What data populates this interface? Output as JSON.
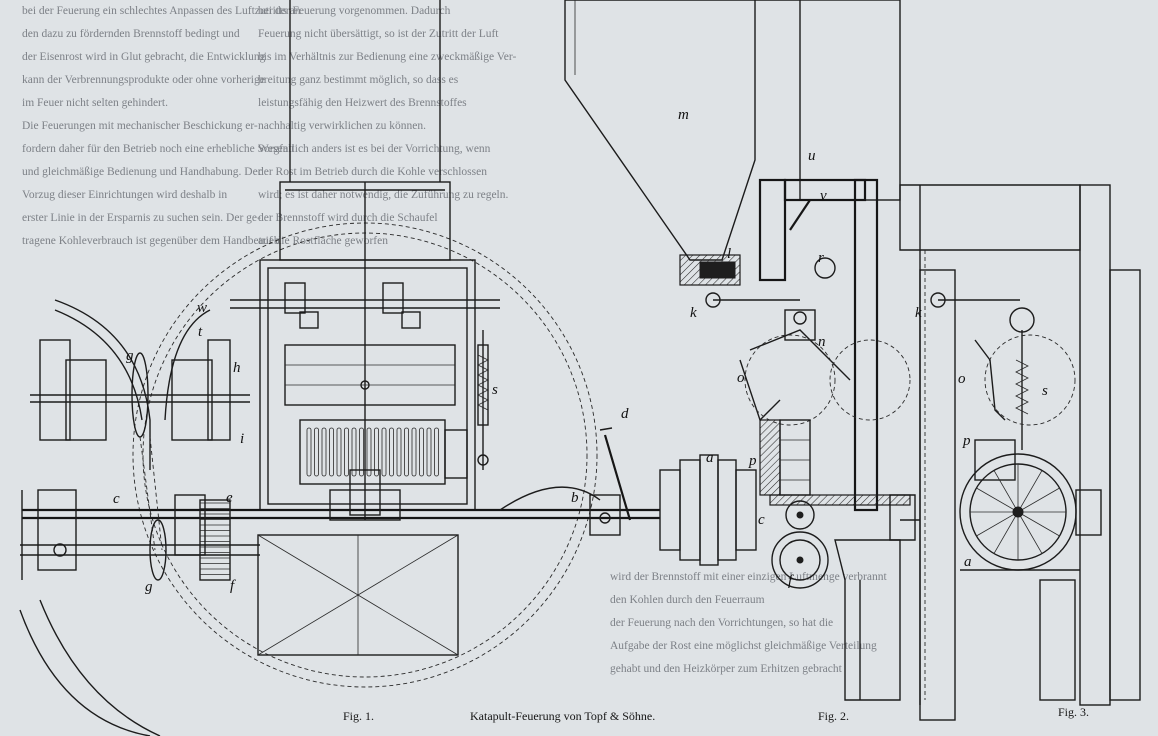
{
  "captions": {
    "fig1": "Fig. 1.",
    "title": "Katapult-Feuerung von Topf & Söhne.",
    "fig2": "Fig. 2.",
    "fig3": "Fig. 3."
  },
  "labels": {
    "fig1": [
      "g",
      "t",
      "w",
      "h",
      "i",
      "s",
      "c",
      "e",
      "g",
      "f",
      "b"
    ],
    "fig2": [
      "m",
      "u",
      "v",
      "l",
      "r",
      "k",
      "n",
      "o",
      "d",
      "a",
      "p",
      "c",
      "f"
    ],
    "fig3": [
      "k",
      "o",
      "s",
      "p",
      "a"
    ]
  },
  "background_text": {
    "col1": [
      "bei der Feuerung ein schlechtes Anpassen des Luftzutritts an",
      "den dazu zu fördernden Brennstoff bedingt und",
      "der Eisenrost wird in Glut gebracht, die Entwicklung",
      "kann der Verbrennungsprodukte oder ohne vorherige",
      "im Feuer nicht selten gehindert.",
      "Die Feuerungen mit mechanischer Beschickung er-",
      "fordern daher für den Betrieb noch eine erhebliche Sorgfalt",
      "und gleichmäßige Bedienung und Handhabung. Der",
      "Vorzug dieser Einrichtungen wird deshalb in",
      "erster Linie in der Ersparnis zu suchen sein. Der ge-",
      "tragene Kohleverbrauch ist gegenüber dem Handbetrieb"
    ],
    "col2": [
      "bei der Feuerung vorgenommen. Dadurch",
      "Feuerung nicht übersättigt, so ist der Zutritt der Luft",
      "bis im Verhältnis zur Bedienung eine zweckmäßige Ver-",
      "breitung ganz bestimmt möglich, so dass es",
      "leistungsfähig den Heizwert des Brennstoffes",
      "nachhaltig verwirklichen zu können.",
      "Wesentlich anders ist es bei der Vorrichtung, wenn",
      "der Rost im Betrieb durch die Kohle verschlossen",
      "wird; es ist daher notwendig, die Zuführung zu regeln.",
      "der Brennstoff wird durch die Schaufel",
      "auf die Rostfläche geworfen"
    ],
    "col3": [
      "wird der Brennstoff mit einer einzigen Luftmenge verbrannt",
      "den Kohlen durch den Feuerraum",
      "der Feuerung nach den Vorrichtungen, so hat die",
      "Aufgabe der Rost eine möglichst gleichmäßige Verteilung",
      "gehabt und den Heizkörper zum Erhitzen gebracht"
    ]
  }
}
